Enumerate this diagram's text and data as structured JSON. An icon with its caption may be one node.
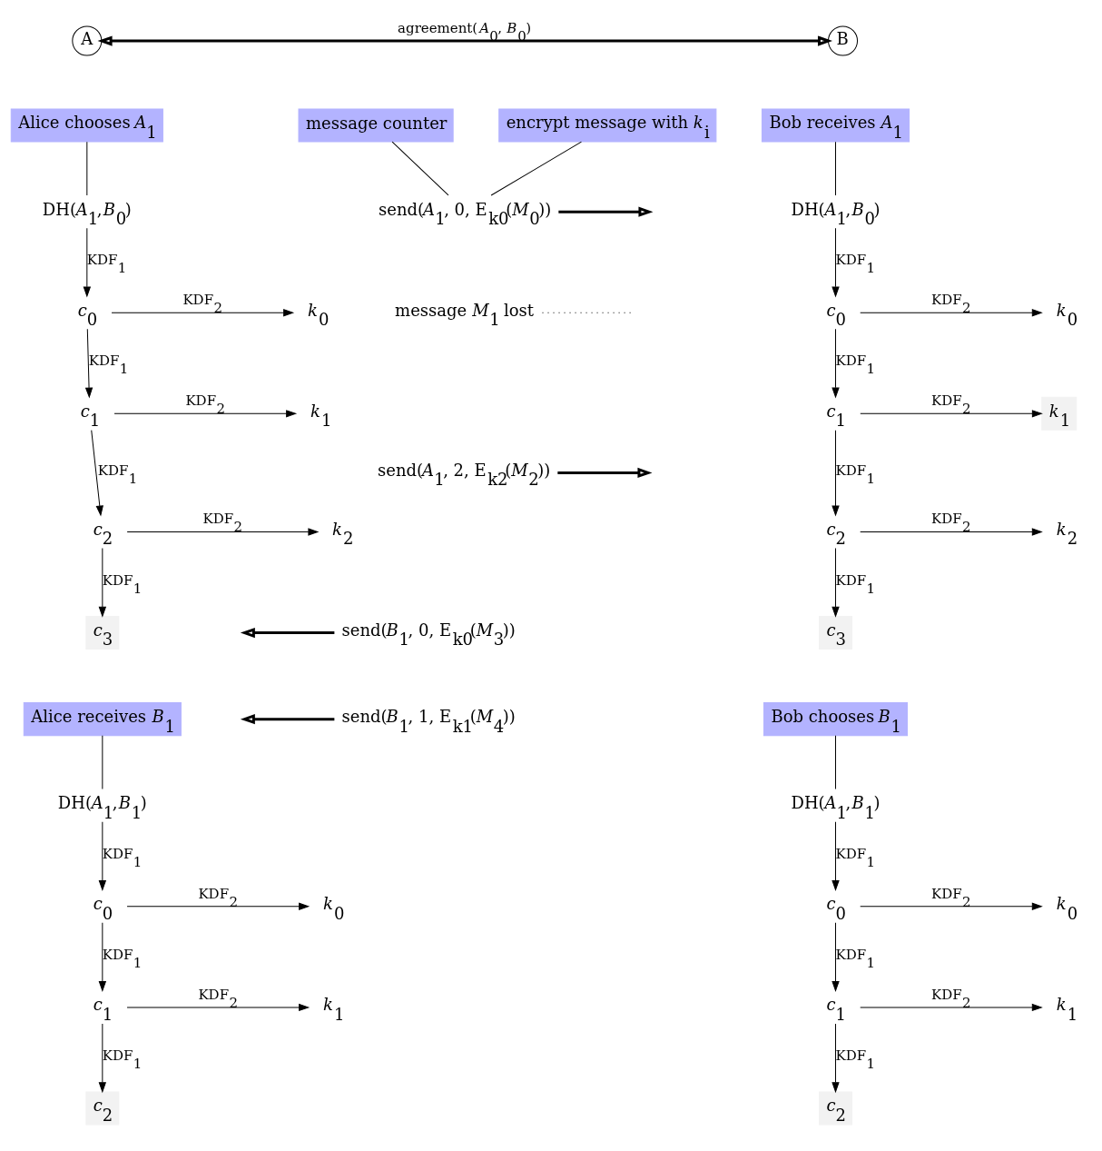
{
  "diagram": {
    "nodes": [
      {
        "text": [
          "A"
        ]
      },
      {
        "text": [
          "B"
        ]
      },
      {
        "text": [
          "Alice chooses *A*$_{1}$"
        ]
      },
      {
        "text": [
          "DH(*A*$_{1}$,*B*$_{0}$)"
        ]
      },
      {
        "text": [
          "message counter"
        ]
      },
      {
        "text": [
          "encrypt message with *k*$_{i}$"
        ]
      },
      {
        "text": [
          "Bob receives *A*$_{1}$"
        ]
      },
      {
        "text": [
          "*c*$_{0}$"
        ]
      },
      {
        "text": [
          "*k*$_{0}$"
        ]
      },
      {
        "text": [
          "DH(*A*$_{1}$,*B*$_{0}$)"
        ]
      },
      {
        "text": [
          "*c*$_{0}$"
        ]
      },
      {
        "text": [
          "*k*$_{0}$"
        ]
      },
      {
        "text": [
          "*c*$_{1}$"
        ]
      },
      {
        "text": [
          "*k*$_{1}$"
        ]
      },
      {
        "text": [
          "*c*$_{1}$"
        ]
      },
      {
        "text": [
          "*k*$_{1}$"
        ]
      },
      {
        "text": [
          "*c*$_{2}$"
        ]
      },
      {
        "text": [
          "*k*$_{2}$"
        ]
      },
      {
        "text": [
          "*c*$_{2}$"
        ]
      },
      {
        "text": [
          "*k*$_{2}$"
        ]
      },
      {
        "text": [
          "*c*$_{3}$"
        ]
      },
      {
        "text": [
          "*c*$_{3}$"
        ]
      },
      {
        "text": [
          "Bob chooses *B*$_{1}$"
        ]
      },
      {
        "text": [
          "DH(*A*$_{1}$,*B*$_{1}$)"
        ]
      },
      {
        "text": [
          "Alice receives *B*$_{1}$"
        ]
      },
      {
        "text": [
          "DH(*A*$_{1}$,*B*$_{1}$)"
        ]
      },
      {
        "text": [
          "*c*$_{0}$"
        ]
      },
      {
        "text": [
          "*k*$_{0}$"
        ]
      },
      {
        "text": [
          "*c*$_{0}$"
        ]
      },
      {
        "text": [
          "*k*$_{0}$"
        ]
      },
      {
        "text": [
          "*c*$_{1}$"
        ]
      },
      {
        "text": [
          "*k*$_{1}$"
        ]
      },
      {
        "text": [
          "*c*$_{1}$"
        ]
      },
      {
        "text": [
          "*k*$_{1}$"
        ]
      },
      {
        "text": [
          "*c*$_{2}$"
        ]
      },
      {
        "text": [
          "*c*$_{2}$"
        ]
      },
      {
        "text": [
          "send(*A*$_{1}$, 0, E$_{k0}$(*M*$_{0}$))"
        ]
      },
      {
        "text": [
          "message *M*$_{1}$ lost"
        ]
      },
      {
        "text": [
          "send(*A*$_{1}$, 2, E$_{k2}$(*M*$_{2}$))"
        ]
      },
      {
        "text": [
          "send(*B*$_{1}$, 0, E$_{k0}$(*M*$_{3}$))"
        ]
      },
      {
        "text": [
          "send(*B*$_{1}$, 1, E$_{k1}$(*M*$_{4}$))"
        ]
      }
    ],
    "edges": [
      {
        "from": 0,
        "to": 1,
        "arrow": "both",
        "label": "agreement(*A*$_{0}$, *B*$_{0}$)",
        "style": "thick"
      },
      {
        "from": 2,
        "to": 3,
        "arrow": "none"
      },
      {
        "from": 3,
        "to": 7,
        "arrow": "to",
        "label": "KDF$_{1}$"
      },
      {
        "from": 4,
        "to": 36,
        "arrow": "none"
      },
      {
        "from": 5,
        "to": 36,
        "arrow": "none"
      },
      {
        "from": 6,
        "to": 9,
        "arrow": "none"
      },
      {
        "from": 7,
        "to": 8,
        "arrow": "to",
        "label": "KDF$_{2}$"
      },
      {
        "from": 7,
        "to": 12,
        "arrow": "to",
        "label": "KDF$_{1}$"
      },
      {
        "from": 9,
        "to": 10,
        "arrow": "to",
        "label": "KDF$_{1}$"
      },
      {
        "from": 10,
        "to": 11,
        "arrow": "to",
        "label": "KDF$_{2}$"
      },
      {
        "from": 10,
        "to": 14,
        "arrow": "to",
        "label": "KDF$_{1}$"
      },
      {
        "from": 12,
        "to": 13,
        "arrow": "to",
        "label": "KDF$_{2}$"
      },
      {
        "from": 12,
        "to": 16,
        "arrow": "to",
        "label": "KDF$_{1}$"
      },
      {
        "from": 14,
        "to": 15,
        "arrow": "to",
        "label": "KDF$_{2}$"
      },
      {
        "from": 14,
        "to": 18,
        "arrow": "to",
        "label": "KDF$_{1}$"
      },
      {
        "from": 16,
        "to": 17,
        "arrow": "to",
        "label": "KDF$_{2}$"
      },
      {
        "from": 16,
        "to": 20,
        "arrow": "to",
        "label": "KDF$_{1}$"
      },
      {
        "from": 18,
        "to": 19,
        "arrow": "to",
        "label": "KDF$_{2}$"
      },
      {
        "from": 18,
        "to": 21,
        "arrow": "to",
        "label": "KDF$_{1}$"
      },
      {
        "from": 22,
        "to": 23,
        "arrow": "none"
      },
      {
        "from": 23,
        "to": 26,
        "arrow": "to",
        "label": "KDF$_{1}$"
      },
      {
        "from": 24,
        "to": 25,
        "arrow": "none"
      },
      {
        "from": 25,
        "to": 28,
        "arrow": "to",
        "label": "KDF$_{1}$"
      },
      {
        "from": 26,
        "to": 27,
        "arrow": "to",
        "label": "KDF$_{2}$"
      },
      {
        "from": 26,
        "to": 30,
        "arrow": "to",
        "label": "KDF$_{1}$"
      },
      {
        "from": 28,
        "to": 29,
        "arrow": "to",
        "label": "KDF$_{2}$"
      },
      {
        "from": 28,
        "to": 32,
        "arrow": "to",
        "label": "KDF$_{1}$"
      },
      {
        "from": 30,
        "to": 31,
        "arrow": "to",
        "label": "KDF$_{2}$"
      },
      {
        "from": 30,
        "to": 34,
        "arrow": "to",
        "label": "KDF$_{1}$"
      },
      {
        "from": 32,
        "to": 33,
        "arrow": "to",
        "label": "KDF$_{2}$"
      },
      {
        "from": 32,
        "to": 35,
        "arrow": "to",
        "label": "KDF$_{1}$"
      },
      {
        "from": 36,
        "to": null,
        "arrow": "to",
        "style": "thick"
      },
      {
        "from": 37,
        "to": null,
        "arrow": "none",
        "style": "dashed"
      },
      {
        "from": 38,
        "to": null,
        "arrow": "to",
        "style": "thick"
      },
      {
        "from": 39,
        "to": null,
        "arrow": "to",
        "style": "thick"
      },
      {
        "from": 40,
        "to": null,
        "arrow": "to",
        "style": "thick"
      }
    ]
  }
}
